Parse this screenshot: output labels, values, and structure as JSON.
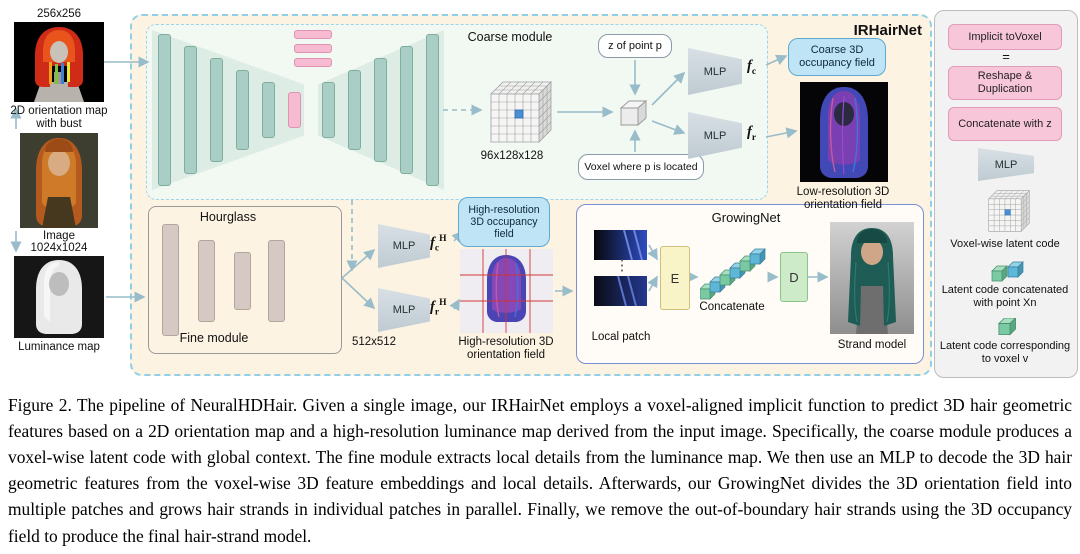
{
  "colors": {
    "outer_bg": "#fdf3e2",
    "dashed_blue": "#8fd0e8",
    "highlight_blue": "#bfe4f5",
    "pink": "#f6bad1",
    "teal_bar": "#a9cec5",
    "arrow": "#98bcc9",
    "growing_border": "#7b8fd4"
  },
  "inputs": {
    "orientation_size": "256x256",
    "orientation_label": "2D orientation map with bust",
    "image_label": "Image",
    "luminance_size": "1024x1024",
    "luminance_label": "Luminance map"
  },
  "irhairnet": {
    "title": "IRHairNet",
    "coarse": {
      "title": "Coarse module",
      "z_of_p": "z of point p",
      "voxel_dims": "96x128x128",
      "voxel_note": "Voxel where p is located",
      "mlp_label": "MLP",
      "fc": {
        "base": "f",
        "sub": "c"
      },
      "fr": {
        "base": "f",
        "sub": "r"
      },
      "occupancy_label": "Coarse 3D occupancy field",
      "orientation_label": "Low-resolution 3D orientation field"
    },
    "fine": {
      "hourglass_label": "Hourglass",
      "module_label": "Fine module",
      "size": "512x512",
      "mlp_label": "MLP",
      "fc": {
        "base": "f",
        "sub": "c",
        "sup": "H"
      },
      "fr": {
        "base": "f",
        "sub": "r",
        "sup": "H"
      },
      "occupancy_label": "High-resolution 3D occupancy field",
      "orientation_label": "High-resolution 3D orientation field"
    }
  },
  "growingnet": {
    "title": "GrowingNet",
    "ellipsis": "⋮",
    "local_patch_label": "Local patch",
    "encoder_label": "E",
    "concatenate_label": "Concatenate",
    "decoder_label": "D",
    "strand_label": "Strand model"
  },
  "legend": {
    "implicit_to_voxel": "Implicit toVoxel",
    "equals": "=",
    "reshape": "Reshape & Duplication",
    "concat_z": "Concatenate with z",
    "mlp": "MLP",
    "voxel_code": "Voxel-wise latent code",
    "latent_point": "Latent code concatenated with point Xn",
    "latent_voxel": "Latent code corresponding to voxel v"
  },
  "figure": {
    "caption": "Figure 2.  The pipeline of NeuralHDHair.  Given a single image, our IRHairNet employs a voxel-aligned implicit function to predict 3D hair geometric features based on a 2D orientation map and a high-resolution luminance map derived from the input image.  Specifically, the coarse module produces a voxel-wise latent code with global context.  The fine module extracts local details from the luminance map.  We then use an MLP to decode the 3D hair geometric features from the voxel-wise 3D feature embeddings and local details.  Afterwards, our GrowingNet divides the 3D orientation field into multiple patches and grows hair strands in individual patches in parallel.  Finally, we remove the out-of-boundary hair strands using the 3D occupancy field to produce the final hair-strand model."
  }
}
